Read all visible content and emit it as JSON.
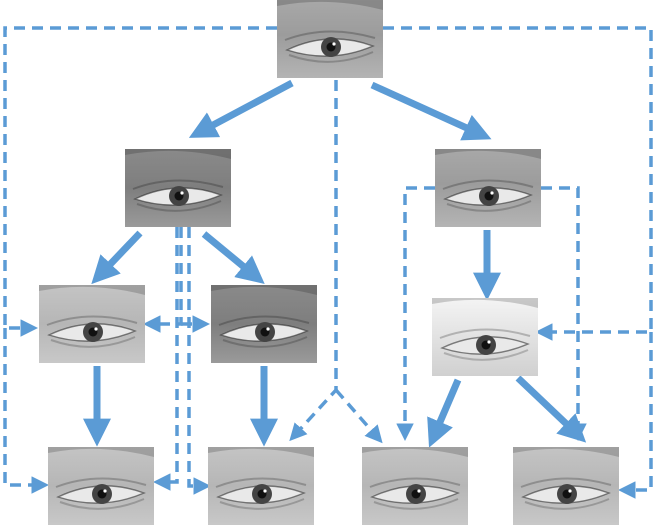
{
  "diagram": {
    "edge_color": "#5b9bd5",
    "nodes": [
      {
        "id": "root",
        "tone": "mid"
      },
      {
        "id": "l1-left",
        "tone": "dark"
      },
      {
        "id": "l1-right",
        "tone": "mid"
      },
      {
        "id": "l2-a",
        "tone": "light"
      },
      {
        "id": "l2-b",
        "tone": "dark"
      },
      {
        "id": "l2-c",
        "tone": "bright"
      },
      {
        "id": "leaf-1",
        "tone": "light"
      },
      {
        "id": "leaf-2",
        "tone": "light"
      },
      {
        "id": "leaf-3",
        "tone": "light"
      },
      {
        "id": "leaf-4",
        "tone": "light"
      }
    ],
    "edges": [
      {
        "from": "root",
        "to": "l1-left",
        "style": "solid"
      },
      {
        "from": "root",
        "to": "l1-right",
        "style": "solid"
      },
      {
        "from": "l1-left",
        "to": "l2-a",
        "style": "solid"
      },
      {
        "from": "l1-left",
        "to": "l2-b",
        "style": "solid"
      },
      {
        "from": "l1-right",
        "to": "l2-c",
        "style": "solid"
      },
      {
        "from": "l2-a",
        "to": "leaf-1",
        "style": "solid"
      },
      {
        "from": "l2-b",
        "to": "leaf-2",
        "style": "solid"
      },
      {
        "from": "l2-c",
        "to": "leaf-3",
        "style": "solid"
      },
      {
        "from": "l2-c",
        "to": "leaf-4",
        "style": "solid"
      },
      {
        "from": "root",
        "to": "l2-a",
        "style": "dashed"
      },
      {
        "from": "root",
        "to": "leaf-1",
        "style": "dashed"
      },
      {
        "from": "root",
        "to": "l2-c",
        "style": "dashed"
      },
      {
        "from": "root",
        "to": "leaf-4",
        "style": "dashed"
      },
      {
        "from": "root",
        "to": "leaf-2",
        "style": "dashed"
      },
      {
        "from": "root",
        "to": "leaf-3",
        "style": "dashed"
      },
      {
        "from": "l1-left",
        "to": "l2-a",
        "style": "dashed"
      },
      {
        "from": "l1-left",
        "to": "l2-b",
        "style": "dashed"
      },
      {
        "from": "l1-left",
        "to": "leaf-1",
        "style": "dashed"
      },
      {
        "from": "l1-left",
        "to": "leaf-2",
        "style": "dashed"
      },
      {
        "from": "l1-right",
        "to": "leaf-3",
        "style": "dashed"
      },
      {
        "from": "l1-right",
        "to": "leaf-4",
        "style": "dashed"
      }
    ]
  }
}
